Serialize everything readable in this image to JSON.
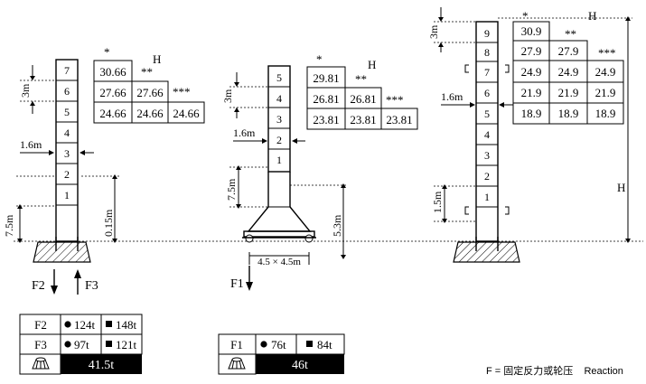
{
  "left_crane": {
    "sections": [
      "1",
      "2",
      "3",
      "4",
      "5",
      "6",
      "7"
    ],
    "dims": {
      "height_section": "3m",
      "jib_offset": "1.6m",
      "base_height": "7.5m",
      "ground_clear": "0.15m"
    },
    "table": {
      "star1": "*",
      "star2": "**",
      "star3": "***",
      "h": "H",
      "rows": [
        [
          "30.66"
        ],
        [
          "27.66",
          "27.66"
        ],
        [
          "24.66",
          "24.66",
          "24.66"
        ]
      ]
    },
    "arrows": {
      "f2": "F2",
      "f3": "F3"
    }
  },
  "mid_crane": {
    "sections": [
      "1",
      "2",
      "3",
      "4",
      "5"
    ],
    "dims": {
      "height_section": "3m",
      "jib_offset": "1.6m",
      "base_height": "7.5m",
      "side_height": "5.3m",
      "base_size": "4.5 × 4.5m"
    },
    "table": {
      "star1": "*",
      "star2": "**",
      "star3": "***",
      "h": "H",
      "rows": [
        [
          "29.81"
        ],
        [
          "26.81",
          "26.81"
        ],
        [
          "23.81",
          "23.81",
          "23.81"
        ]
      ]
    },
    "arrows": {
      "f1": "F1"
    }
  },
  "right_crane": {
    "sections": [
      "1",
      "2",
      "3",
      "4",
      "5",
      "6",
      "7",
      "8",
      "9"
    ],
    "dims": {
      "height_section": "3m",
      "jib_offset": "1.6m",
      "base_height": "1.5m",
      "h": "H"
    },
    "table": {
      "star1": "*",
      "star2": "**",
      "star3": "***",
      "h": "H",
      "rows": [
        [
          "30.9"
        ],
        [
          "27.9",
          "27.9"
        ],
        [
          "24.9",
          "24.9",
          "24.9"
        ],
        [
          "21.9",
          "21.9",
          "21.9"
        ],
        [
          "18.9",
          "18.9",
          "18.9"
        ]
      ]
    }
  },
  "left_legend": {
    "rows": [
      {
        "label": "F2",
        "a": "124t",
        "b": "148t"
      },
      {
        "label": "F3",
        "a": "97t",
        "b": "121t"
      }
    ],
    "bottom": "41.5t"
  },
  "mid_legend": {
    "label": "F1",
    "a": "76t",
    "b": "84t",
    "bottom": "46t"
  },
  "note": "F = 固定反力或轮压    Reaction"
}
